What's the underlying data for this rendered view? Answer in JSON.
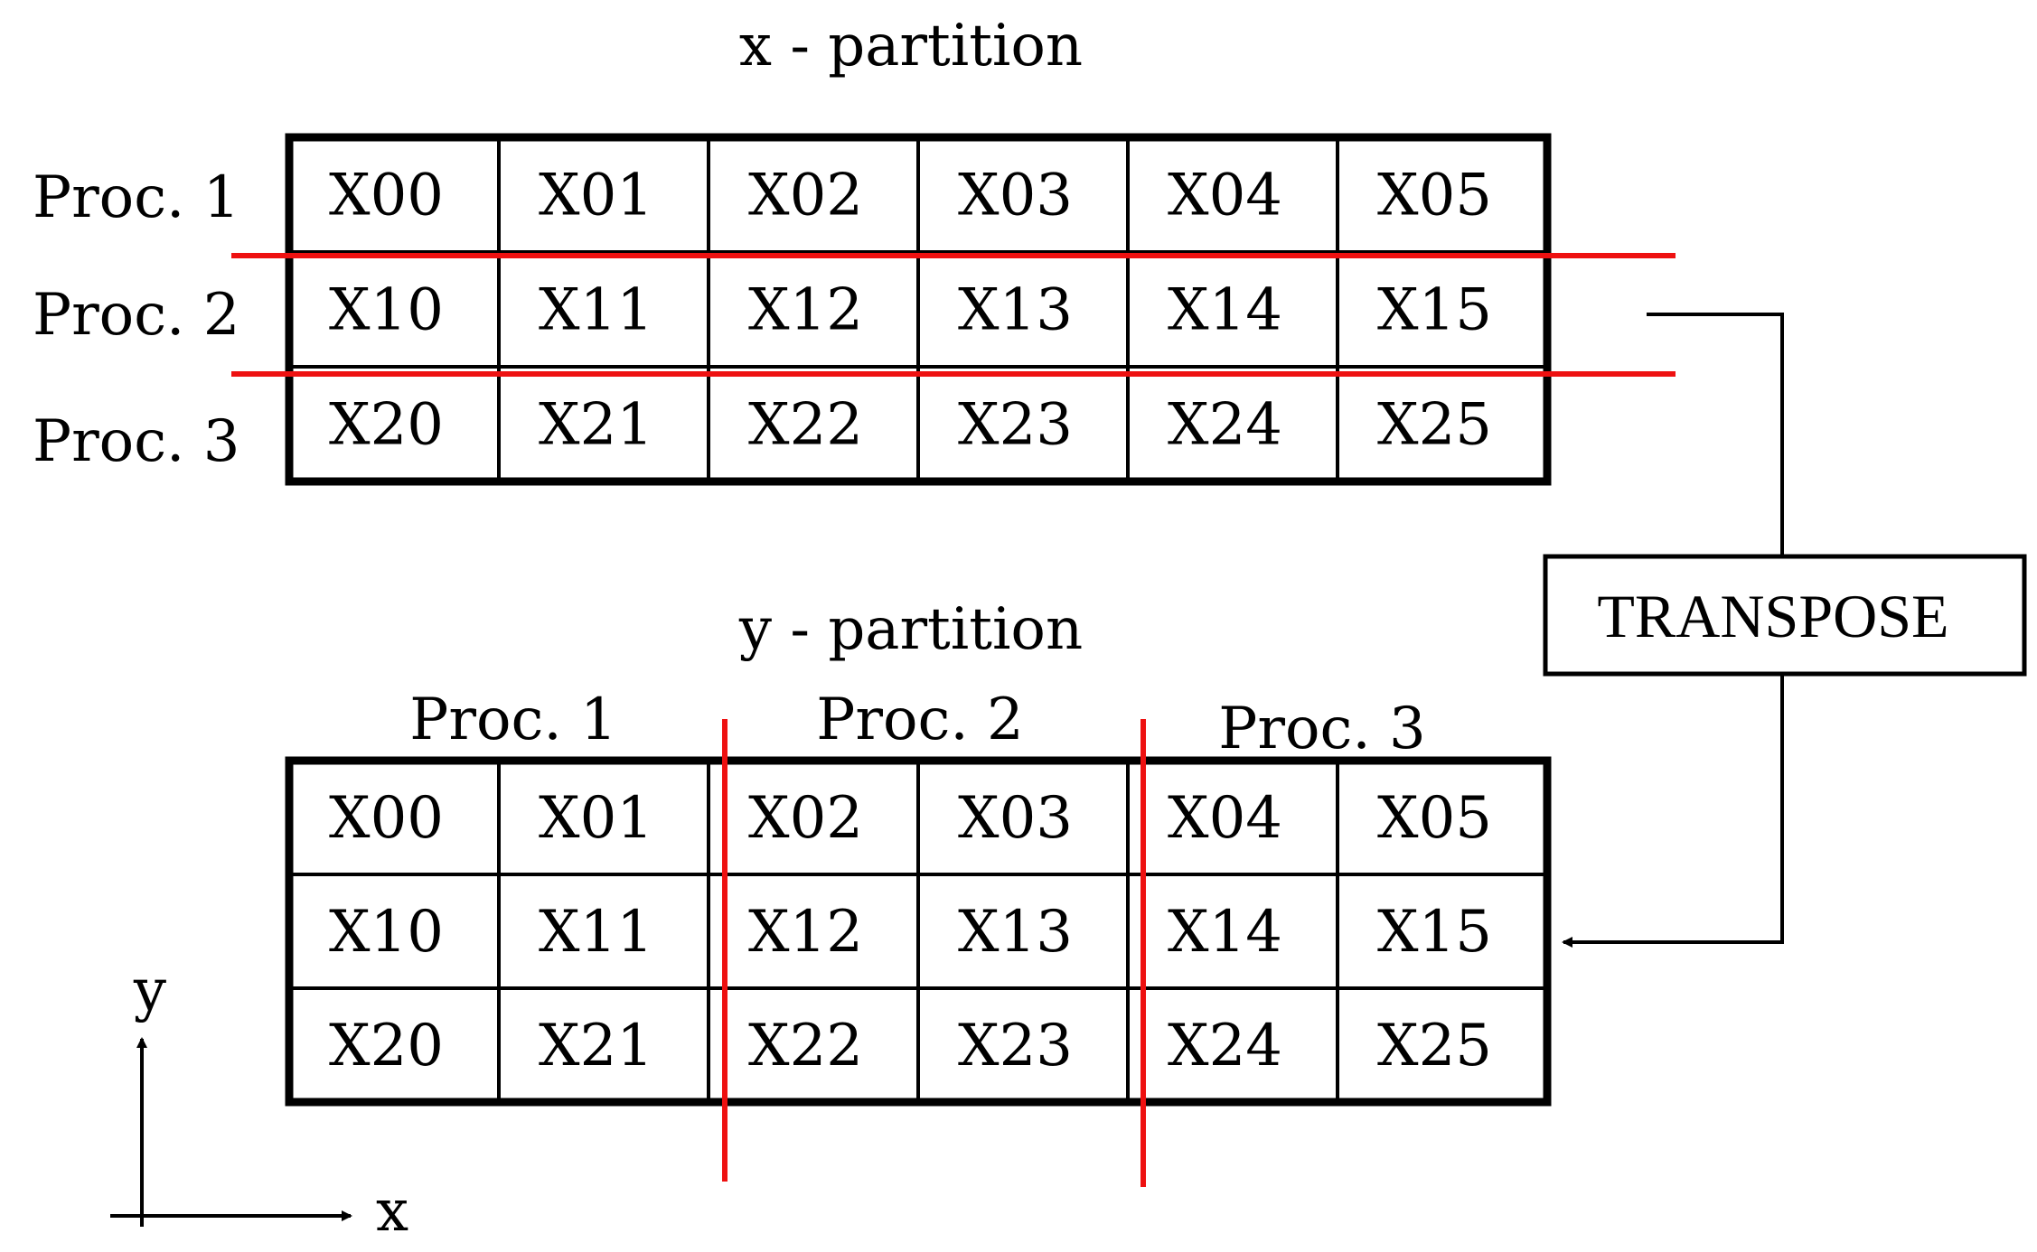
{
  "top_partition": {
    "title": "x - partition",
    "row_labels": [
      "Proc. 1",
      "Proc. 2",
      "Proc. 3"
    ],
    "grid": [
      [
        "X00",
        "X01",
        "X02",
        "X03",
        "X04",
        "X05"
      ],
      [
        "X10",
        "X11",
        "X12",
        "X13",
        "X14",
        "X15"
      ],
      [
        "X20",
        "X21",
        "X22",
        "X23",
        "X24",
        "X25"
      ]
    ]
  },
  "bottom_partition": {
    "title": "y - partition",
    "column_group_labels": [
      "Proc. 1",
      "Proc. 2",
      "Proc. 3"
    ],
    "grid": [
      [
        "X00",
        "X01",
        "X02",
        "X03",
        "X04",
        "X05"
      ],
      [
        "X10",
        "X11",
        "X12",
        "X13",
        "X14",
        "X15"
      ],
      [
        "X20",
        "X21",
        "X22",
        "X23",
        "X24",
        "X25"
      ]
    ]
  },
  "transpose_box": {
    "label": "TRANSPOSE"
  },
  "axes": {
    "x_label": "x",
    "y_label": "y"
  },
  "colors": {
    "grid_line": "#000000",
    "partition_line": "#ee1111",
    "text": "#000000",
    "background": "#ffffff"
  }
}
